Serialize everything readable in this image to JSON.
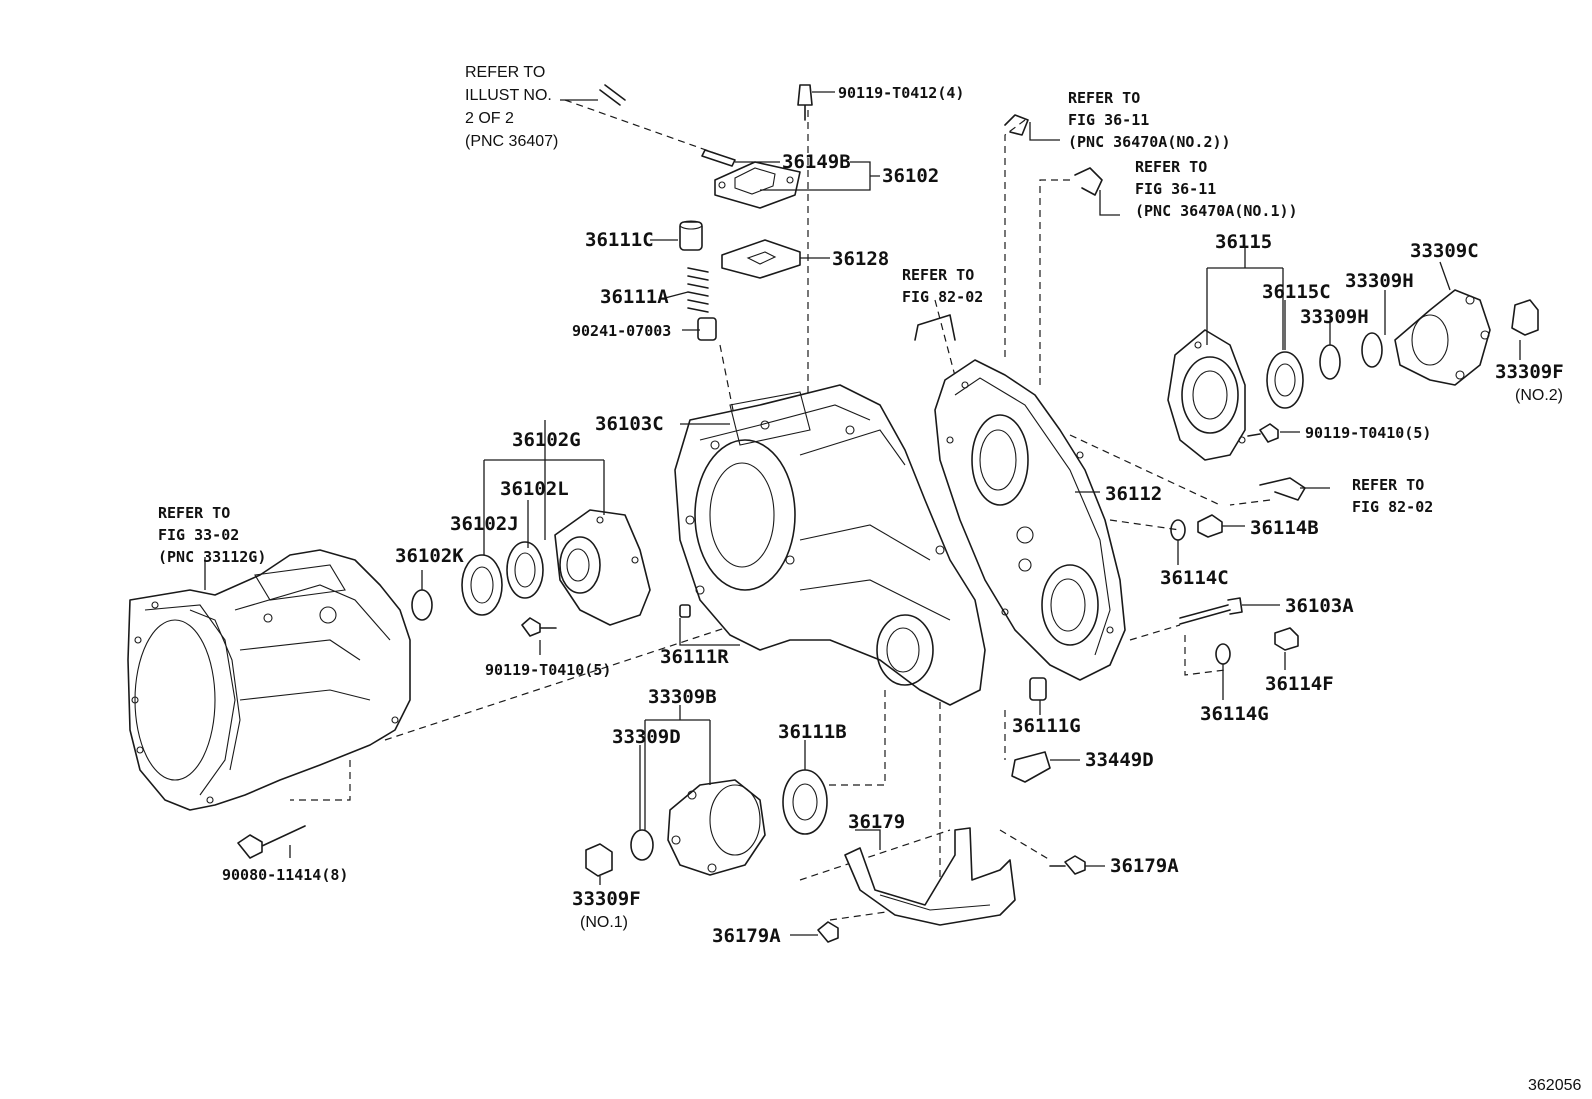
{
  "refer_notes": {
    "illust": [
      "REFER TO",
      "ILLUST NO.",
      "2 OF 2",
      "(PNC 36407)"
    ],
    "fig_36_11_no2": [
      "REFER TO",
      "FIG 36-11",
      "(PNC 36470A(NO.2))"
    ],
    "fig_36_11_no1": [
      "REFER TO",
      "FIG 36-11",
      "(PNC 36470A(NO.1))"
    ],
    "fig_82_02_top": [
      "REFER TO",
      "FIG 82-02"
    ],
    "fig_82_02_right": [
      "REFER TO",
      "FIG 82-02"
    ],
    "fig_33_02": [
      "REFER TO",
      "FIG 33-02",
      "(PNC 33112G)"
    ]
  },
  "parts": {
    "p_90119_t0412": "90119-T0412(4)",
    "p_36149b": "36149B",
    "p_36102": "36102",
    "p_36111c": "36111C",
    "p_36128": "36128",
    "p_36111a": "36111A",
    "p_90241_07003": "90241-07003",
    "p_36103c": "36103C",
    "p_36102g": "36102G",
    "p_36102l": "36102L",
    "p_36102j": "36102J",
    "p_36102k": "36102K",
    "p_90119_t0410_left": "90119-T0410(5)",
    "p_36111r": "36111R",
    "p_36115": "36115",
    "p_33309c": "33309C",
    "p_36115c": "36115C",
    "p_33309h_a": "33309H",
    "p_33309h_b": "33309H",
    "p_33309f_no2": "33309F",
    "p_33309f_no2_note": "(NO.2)",
    "p_90119_t0410_right": "90119-T0410(5)",
    "p_36112": "36112",
    "p_36114b": "36114B",
    "p_36114c": "36114C",
    "p_36103a": "36103A",
    "p_36114f": "36114F",
    "p_36114g": "36114G",
    "p_36111g": "36111G",
    "p_33449d": "33449D",
    "p_33309b": "33309B",
    "p_33309d": "33309D",
    "p_36111b": "36111B",
    "p_36179": "36179",
    "p_36179a_right": "36179A",
    "p_36179a_bottom": "36179A",
    "p_33309f_no1": "33309F",
    "p_33309f_no1_note": "(NO.1)",
    "p_90080_11414": "90080-11414(8)"
  },
  "figure_number": "362056"
}
